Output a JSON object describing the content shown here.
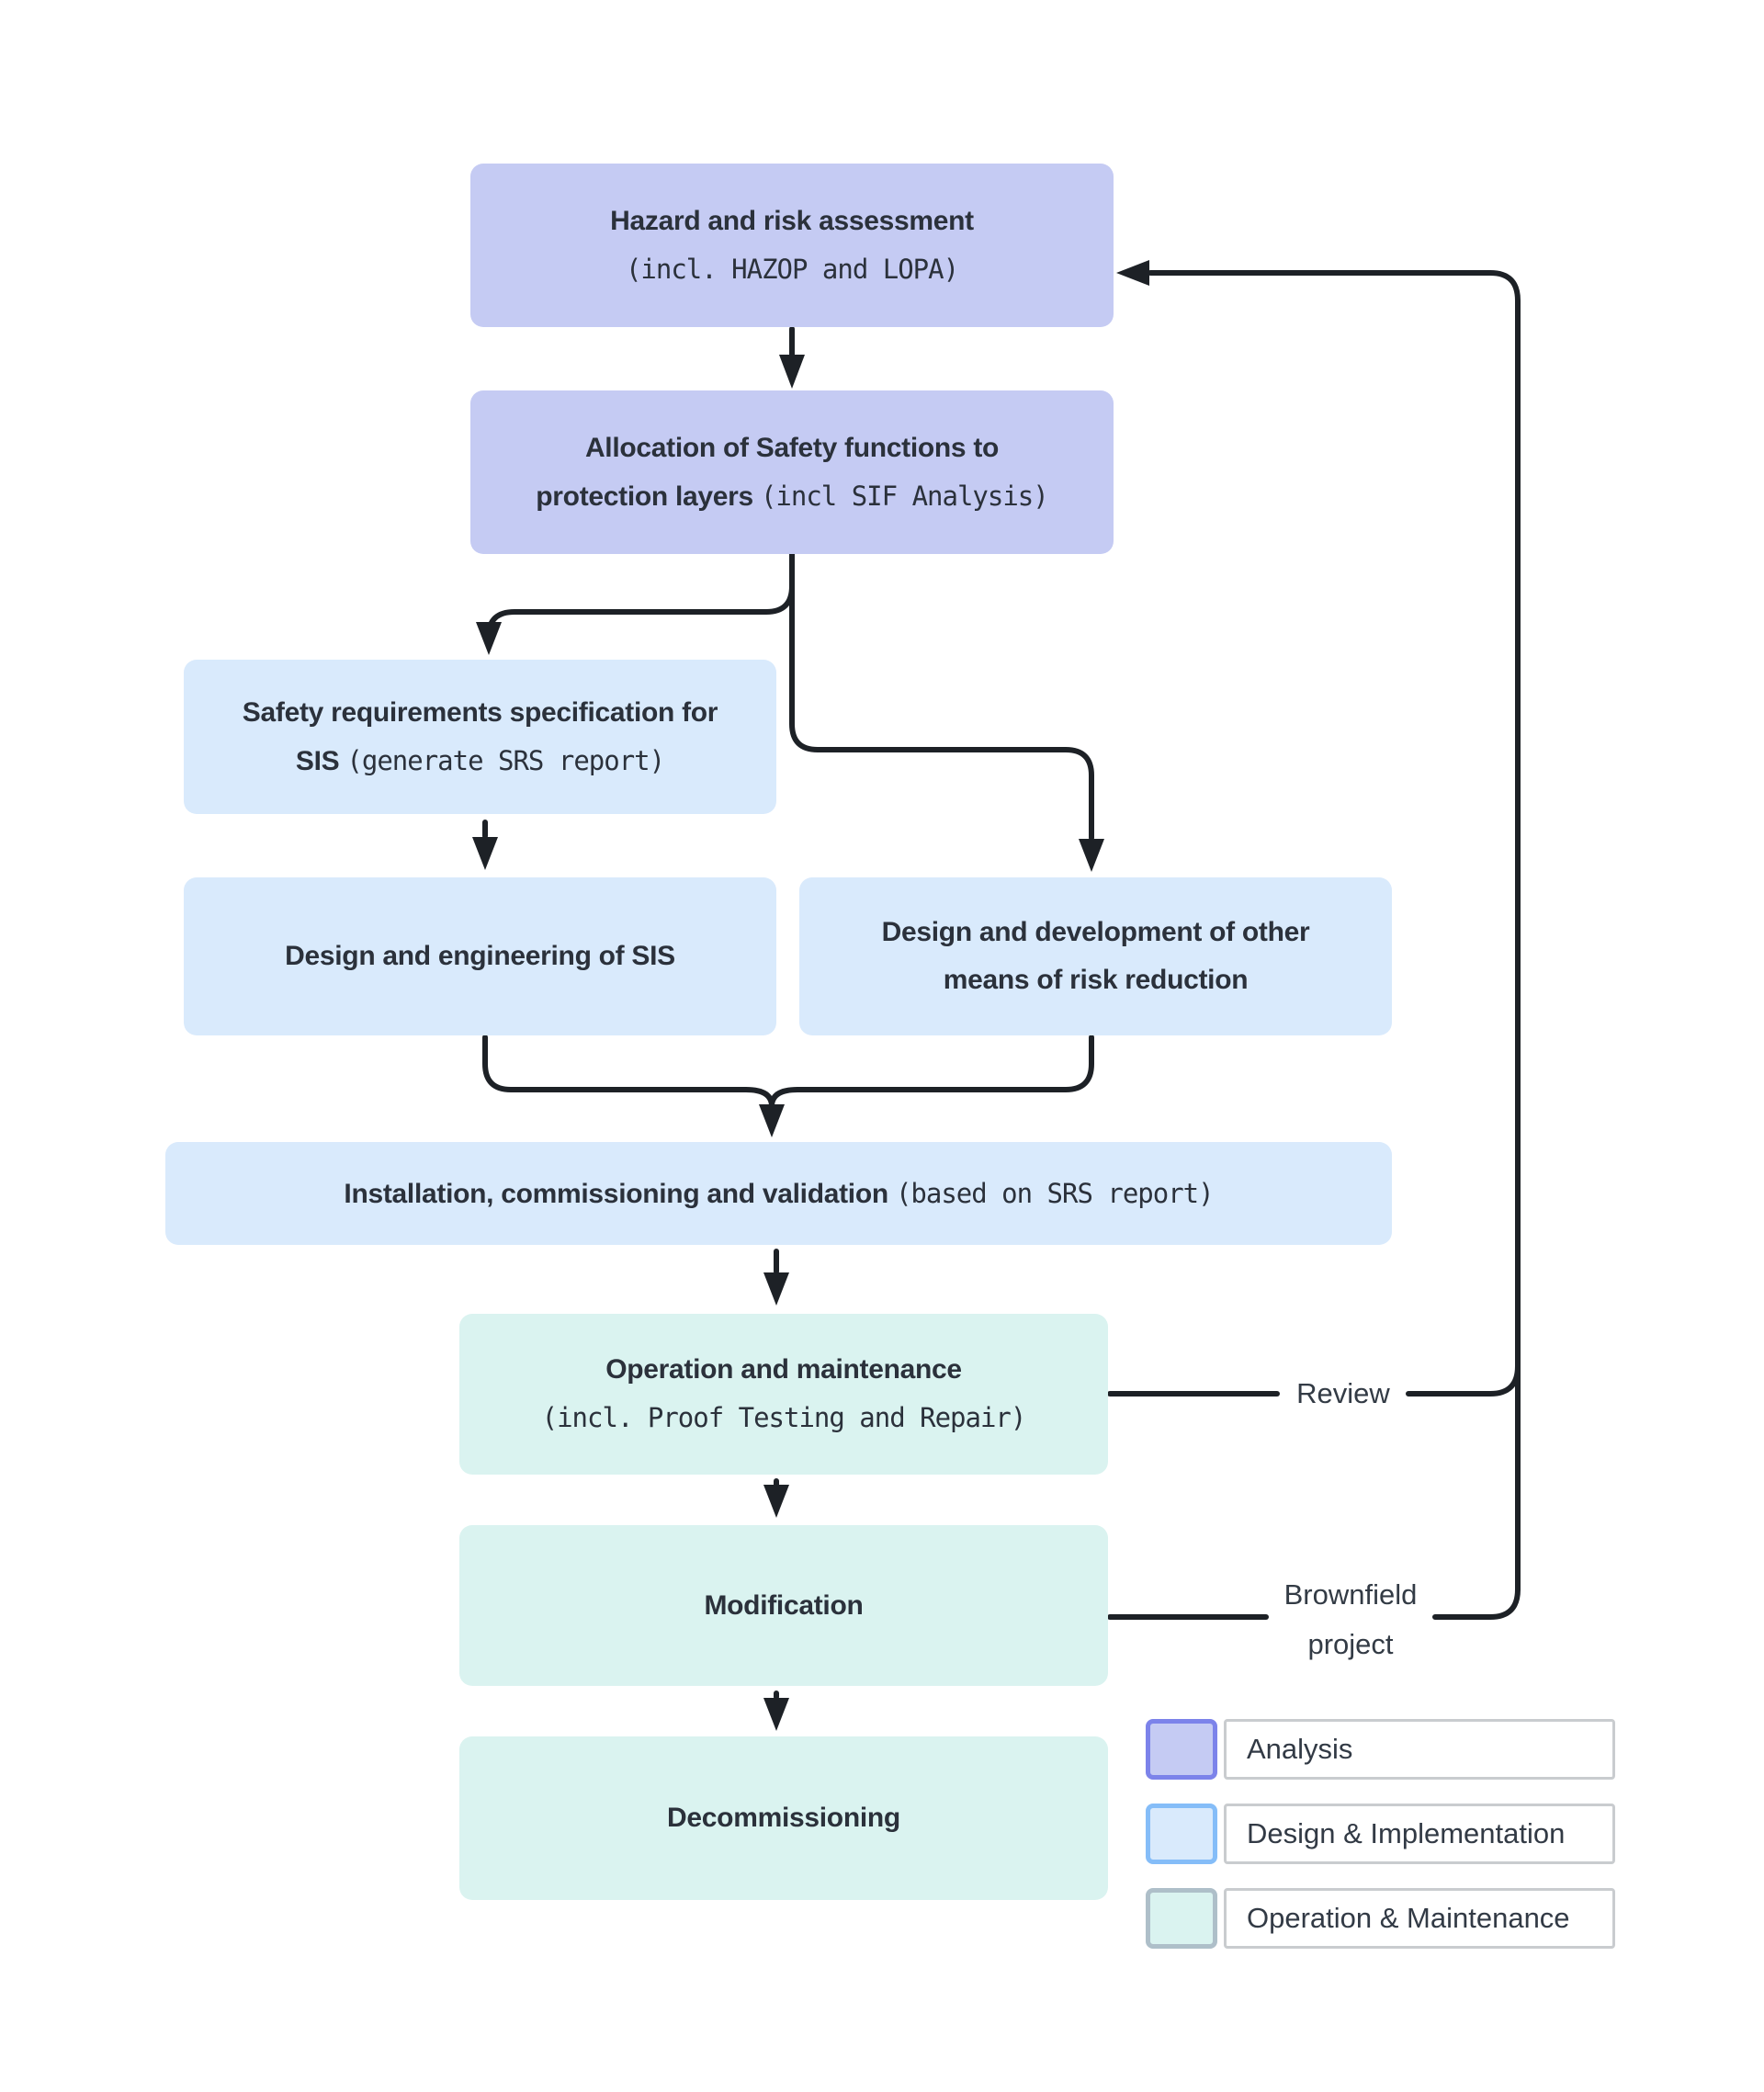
{
  "palette": {
    "analysis_fill": "#c5cbf3",
    "analysis_border": "#7c83ea",
    "design_fill": "#d9eafc",
    "design_border": "#85bdf8",
    "operation_fill": "#daf3f0",
    "operation_border": "#aebfc9",
    "connector": "#1d2126",
    "text": "#2b313b"
  },
  "nodes": {
    "hazard": {
      "lines": [
        [
          {
            "t": "Hazard and risk assessment",
            "s": "b"
          }
        ],
        [
          {
            "t": "(incl. HAZOP and LOPA)",
            "s": "m"
          }
        ]
      ]
    },
    "allocation": {
      "lines": [
        [
          {
            "t": "Allocation of Safety functions to",
            "s": "b"
          }
        ],
        [
          {
            "t": "protection layers ",
            "s": "b"
          },
          {
            "t": "(incl SIF Analysis)",
            "s": "m"
          }
        ]
      ]
    },
    "srs": {
      "lines": [
        [
          {
            "t": "Safety requirements specification for",
            "s": "b"
          }
        ],
        [
          {
            "t": "SIS ",
            "s": "b"
          },
          {
            "t": "(generate SRS report)",
            "s": "m"
          }
        ]
      ]
    },
    "design_sis": {
      "lines": [
        [
          {
            "t": "Design and engineering of SIS",
            "s": "b"
          }
        ]
      ]
    },
    "design_other": {
      "lines": [
        [
          {
            "t": "Design and development of other",
            "s": "b"
          }
        ],
        [
          {
            "t": "means of risk reduction",
            "s": "b"
          }
        ]
      ]
    },
    "installation": {
      "lines": [
        [
          {
            "t": "Installation, commissioning and validation ",
            "s": "b"
          },
          {
            "t": "(based on SRS report)",
            "s": "m"
          }
        ]
      ]
    },
    "operation": {
      "lines": [
        [
          {
            "t": "Operation and maintenance",
            "s": "b"
          }
        ],
        [
          {
            "t": "(incl. Proof Testing and Repair)",
            "s": "m"
          }
        ]
      ]
    },
    "modification": {
      "lines": [
        [
          {
            "t": "Modification",
            "s": "b"
          }
        ]
      ]
    },
    "decommissioning": {
      "lines": [
        [
          {
            "t": "Decommissioning",
            "s": "b"
          }
        ]
      ]
    }
  },
  "annotations": {
    "review": "Review",
    "brownfield": [
      "Brownfield",
      "project"
    ]
  },
  "legend": [
    {
      "label": "Analysis",
      "fill": "#c5cbf3",
      "border": "#7c83ea"
    },
    {
      "label": "Design & Implementation",
      "fill": "#d9eafc",
      "border": "#85bdf8"
    },
    {
      "label": "Operation & Maintenance",
      "fill": "#daf3f0",
      "border": "#aebfc9"
    }
  ]
}
